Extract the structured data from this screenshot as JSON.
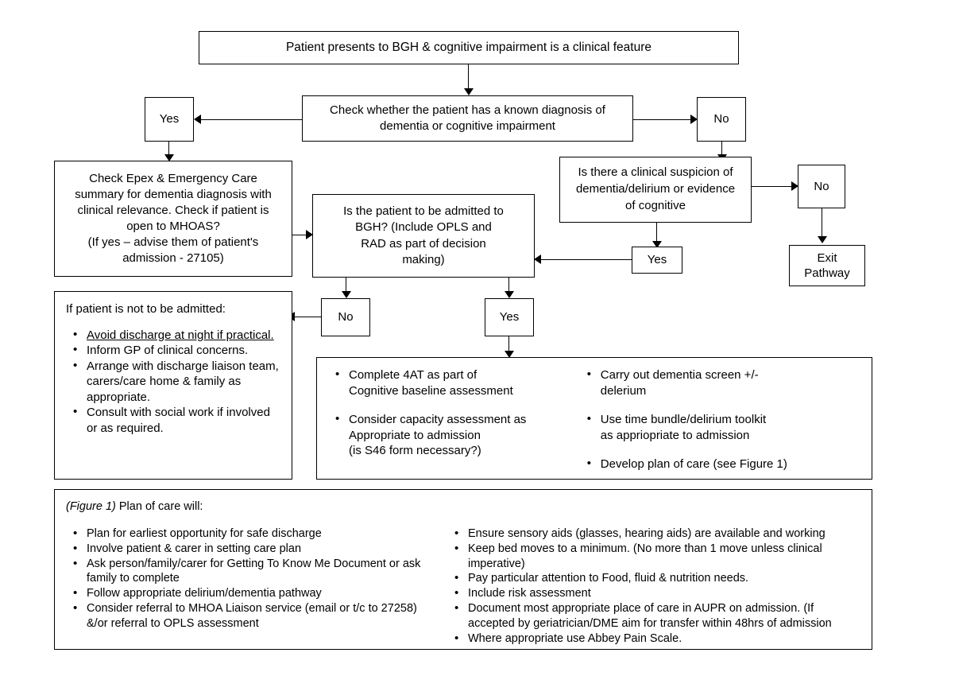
{
  "diagram": {
    "title": "BGH cognitive impairment pathway flowchart",
    "nodes": {
      "start": "Patient presents to BGH & cognitive impairment is a clinical feature",
      "check_known_diagnosis": "Check whether the patient has a known diagnosis of dementia or cognitive impairment",
      "yes_known": "Yes",
      "no_known": "No",
      "epex": "Check Epex & Emergency Care summary for dementia diagnosis with clinical relevance. Check if patient is open to MHOAS?\n(If yes – advise them of patient's admission - 27105)",
      "epex_lines": [
        "Check Epex & Emergency Care",
        "summary for dementia diagnosis with",
        "clinical relevance. Check if patient is",
        "open to MHOAS?",
        "(If yes – advise them of patient's",
        "admission - 27105)"
      ],
      "suspicion_lines": [
        "Is there a clinical suspicion of",
        "dementia/delirium or evidence",
        "of cognitive"
      ],
      "no_suspicion": "No",
      "yes_suspicion": "Yes",
      "exit_pathway_lines": [
        "Exit",
        "Pathway"
      ],
      "admit_lines": [
        "Is the patient to be admitted to",
        "BGH? (Include OPLS and",
        "RAD as part of decision",
        "making)"
      ],
      "admit_no": "No",
      "admit_yes": "Yes"
    },
    "not_admitted_box": {
      "heading": "If patient is not to be admitted:",
      "items": [
        "Avoid discharge at night if practical.",
        "Inform GP of clinical concerns.",
        "Arrange with discharge liaison team, carers/care home & family as appropriate.",
        "Consult with social work if involved or as required."
      ],
      "underlined_index": 0
    },
    "admitted_actions": {
      "left_column": [
        "Complete 4AT as part of Cognitive baseline assessment",
        "Consider capacity assessment as Appropriate to admission (is S46 form necessary?)"
      ],
      "left_column_lines": [
        [
          "Complete 4AT as part of",
          "Cognitive baseline assessment"
        ],
        [
          "Consider capacity assessment as",
          "Appropriate to admission",
          "(is S46 form necessary?)"
        ]
      ],
      "right_column": [
        "Carry out dementia screen +/- delerium",
        "Use time bundle/delirium toolkit as appriopriate to admission",
        "Develop plan of care (see Figure 1)"
      ],
      "right_column_lines": [
        [
          "Carry out dementia screen +/-",
          "delerium"
        ],
        [
          "Use time bundle/delirium toolkit",
          "as appriopriate to admission"
        ],
        [
          "Develop plan of care (see Figure 1)"
        ]
      ]
    },
    "figure1": {
      "label_italic": "(Figure 1)",
      "label_rest": " Plan of care will:",
      "left_items": [
        "Plan for earliest opportunity for safe discharge",
        "Involve patient & carer in setting care plan",
        "Ask person/family/carer for Getting To Know Me Document or ask family to complete",
        "Follow appropriate delirium/dementia pathway",
        "Consider referral to MHOA Liaison service (email or t/c to 27258) &/or referral to OPLS assessment"
      ],
      "right_items": [
        "Ensure sensory aids (glasses, hearing aids) are available and working",
        "Keep bed moves to a minimum. (No more than 1 move unless clinical imperative)",
        "Pay particular attention to Food, fluid & nutrition needs.",
        "Include risk assessment",
        "Document most appropriate place of care in AUPR on admission. (If accepted by geriatrician/DME aim for transfer within 48hrs of admission",
        "Where appropriate use Abbey Pain Scale."
      ]
    },
    "colors": {
      "line": "#000000",
      "background": "#ffffff",
      "text": "#000000"
    }
  }
}
